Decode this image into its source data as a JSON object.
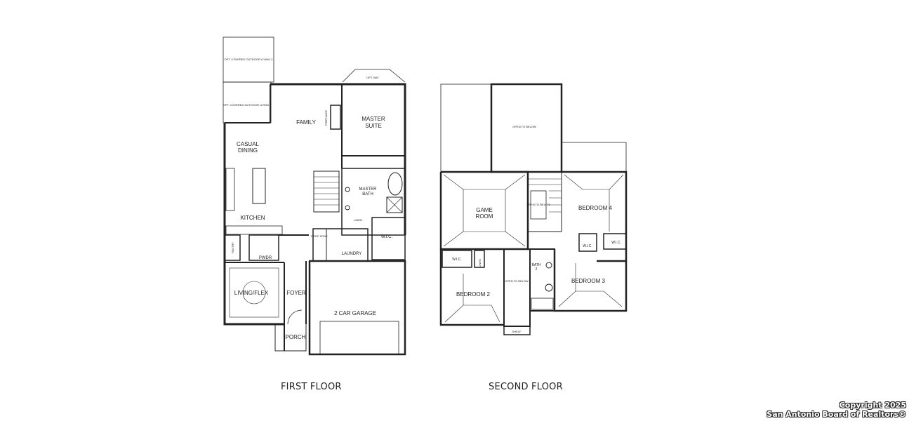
{
  "floors": {
    "first": {
      "title": "FIRST FLOOR",
      "rooms": {
        "opt_outdoor_2": "OPT. COVERED OUTDOOR LIVING 2",
        "opt_outdoor_1": "OPT. COVERED OUTDOOR LIVING 1",
        "opt_bay": "OPT. BAY",
        "family": "FAMILY",
        "fireplace": "FIREPLACE",
        "master_suite_1": "MASTER",
        "master_suite_2": "SUITE",
        "casual_dining_1": "CASUAL",
        "casual_dining_2": "DINING",
        "master_bath_1": "MASTER",
        "master_bath_2": "BATH",
        "linen": "LINEN",
        "kitchen": "KITCHEN",
        "pantry": "PANTRY",
        "drop_zone": "DROP ZONE",
        "laundry": "LAUNDRY",
        "wic": "W.I.C.",
        "pwdr": "PWDR",
        "living_flex": "LIVING/FLEX",
        "foyer": "FOYER",
        "garage": "2 CAR GARAGE",
        "porch": "PORCH"
      }
    },
    "second": {
      "title": "SECOND FLOOR",
      "rooms": {
        "open_to_below": "OPEN TO BELOW",
        "game_room_1": "GAME",
        "game_room_2": "ROOM",
        "bedroom_4": "BEDROOM 4",
        "wic": "W.I.C.",
        "bath_2_1": "BATH",
        "bath_2_2": "2",
        "bedroom_2": "BEDROOM 2",
        "bedroom_3": "BEDROOM 3",
        "linen": "LINEN",
        "shelf": "SHELF"
      }
    }
  },
  "copyright": {
    "line1": "Copyright 2025",
    "line2": "San Antonio Board of Realtors®"
  }
}
